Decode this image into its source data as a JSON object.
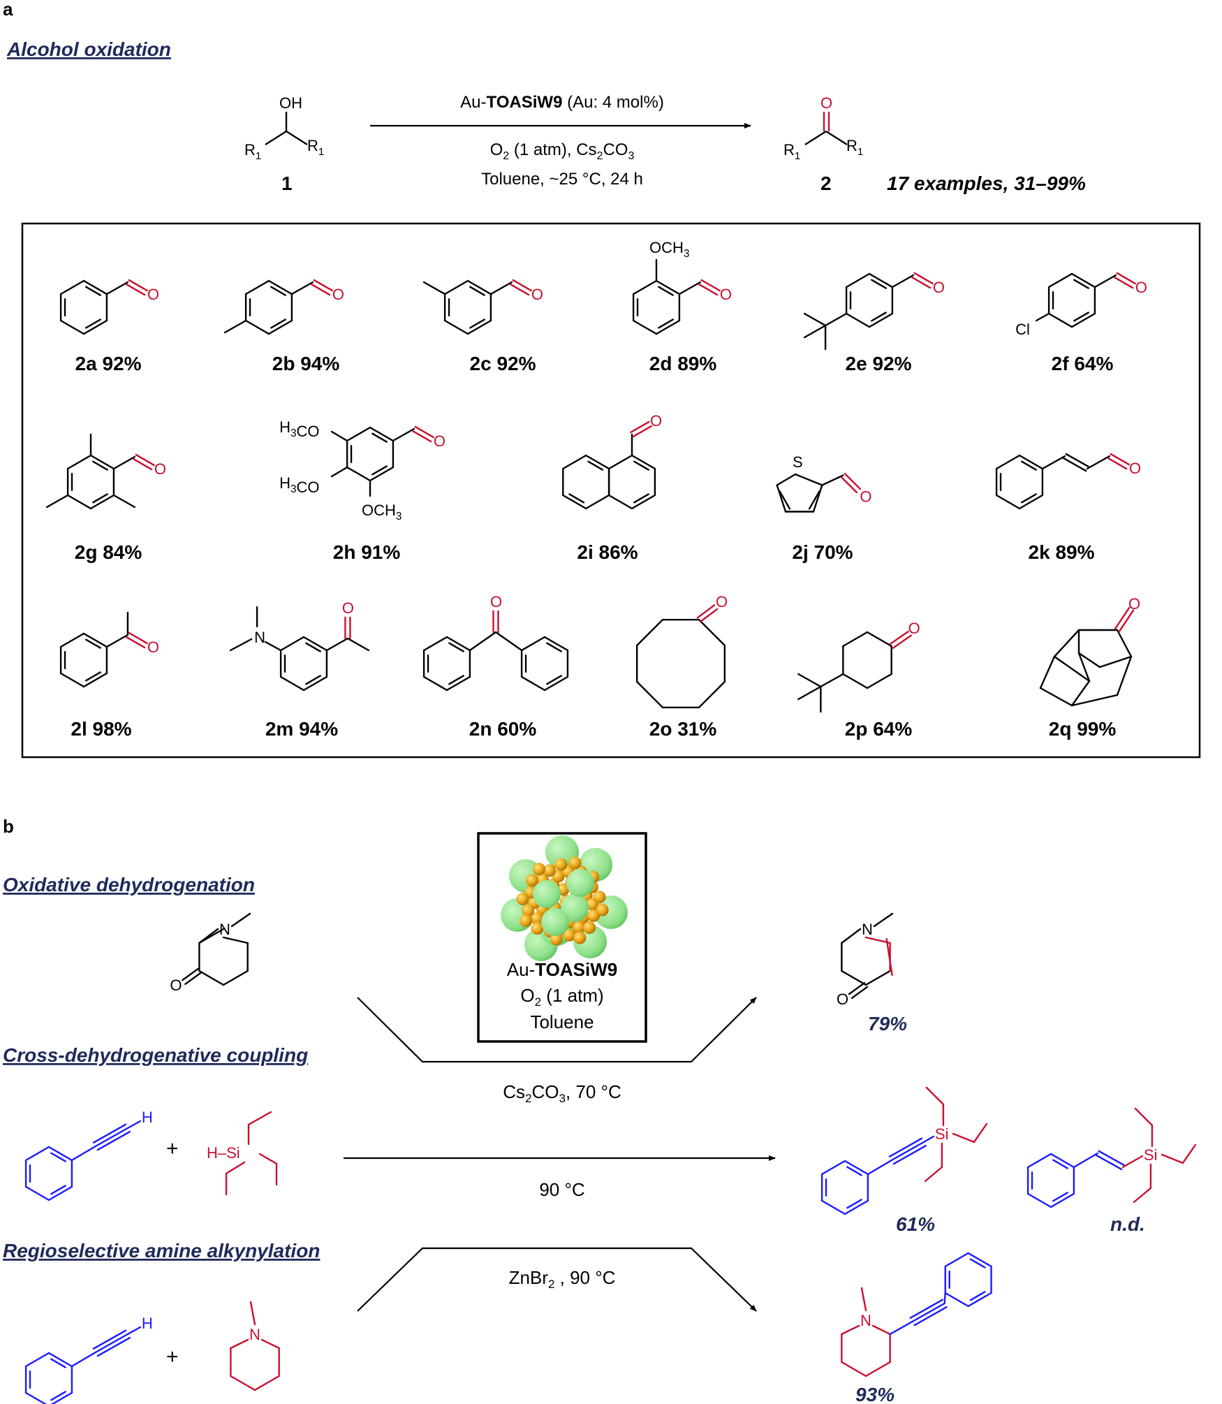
{
  "panel_a": {
    "letter": "a",
    "title": "Alcohol oxidation",
    "reactant_label": "1",
    "reactant_oh": "OH",
    "reactant_r": "R",
    "reactant_r_sub": "1",
    "product_label": "2",
    "product_o": "O",
    "product_r": "R",
    "product_r_sub": "1",
    "cond1_pre": "Au-",
    "cond1_bold": "TOASiW9",
    "cond1_post": " (Au: 4 mol%)",
    "cond2_a": "O",
    "cond2_sub1": "2",
    "cond2_b": " (1 atm), Cs",
    "cond2_sub2": "2",
    "cond2_c": "CO",
    "cond2_sub3": "3",
    "cond3": "Toluene, ~25 °C, 24 h",
    "summary": "17 examples, 31–99%"
  },
  "compounds": [
    {
      "id": "2a",
      "yield": "92%",
      "caption": "2a 92%"
    },
    {
      "id": "2b",
      "yield": "94%",
      "caption": "2b 94%"
    },
    {
      "id": "2c",
      "yield": "92%",
      "caption": "2c 92%"
    },
    {
      "id": "2d",
      "yield": "89%",
      "caption": "2d 89%"
    },
    {
      "id": "2e",
      "yield": "92%",
      "caption": "2e 92%"
    },
    {
      "id": "2f",
      "yield": "64%",
      "caption": "2f 64%"
    },
    {
      "id": "2g",
      "yield": "84%",
      "caption": "2g 84%"
    },
    {
      "id": "2h",
      "yield": "91%",
      "caption": "2h 91%"
    },
    {
      "id": "2i",
      "yield": "86%",
      "caption": "2i 86%"
    },
    {
      "id": "2j",
      "yield": "70%",
      "caption": "2j 70%"
    },
    {
      "id": "2k",
      "yield": "89%",
      "caption": "2k 89%"
    },
    {
      "id": "2l",
      "yield": "98%",
      "caption": "2l 98%"
    },
    {
      "id": "2m",
      "yield": "94%",
      "caption": "2m 94%"
    },
    {
      "id": "2n",
      "yield": "60%",
      "caption": "2n 60%"
    },
    {
      "id": "2o",
      "yield": "31%",
      "caption": "2o 31%"
    },
    {
      "id": "2p",
      "yield": "64%",
      "caption": "2p 64%"
    },
    {
      "id": "2q",
      "yield": "99%",
      "caption": "2q 99%"
    }
  ],
  "atom_labels": {
    "o": "O",
    "och3": "OCH",
    "h3co": "H",
    "h3co_tail": "CO",
    "three": "3",
    "cl": "Cl",
    "s": "S",
    "n": "N",
    "h": "H",
    "si": "Si",
    "h_si": "H–Si"
  },
  "panel_b": {
    "letter": "b",
    "section1_title": "Oxidative dehydrogenation",
    "section2_title": "Cross-dehydrogenative coupling",
    "section3_title": "Regioselective amine alkynylation",
    "catalyst_pre": "Au-",
    "catalyst_bold": "TOASiW9",
    "catalyst_o2": "O",
    "catalyst_o2_sub": "2",
    "catalyst_o2_post": " (1 atm)",
    "catalyst_solvent": "Toluene",
    "cond1_a": "Cs",
    "cond1_sub1": "2",
    "cond1_b": "CO",
    "cond1_sub2": "3",
    "cond1_c": ", 70 °C",
    "yield1": "79%",
    "cond2": "90 °C",
    "yield2a": "61%",
    "yield2b": "n.d.",
    "cond3_a": "ZnBr",
    "cond3_sub": "2",
    "cond3_b": " , 90 °C",
    "yield3": "93%",
    "plus": "+"
  },
  "colors": {
    "red": "#c8102e",
    "blue": "#1a1aff",
    "navy": "#1f2a5a",
    "green": "#8ee08a",
    "gold": "#e8a317"
  }
}
